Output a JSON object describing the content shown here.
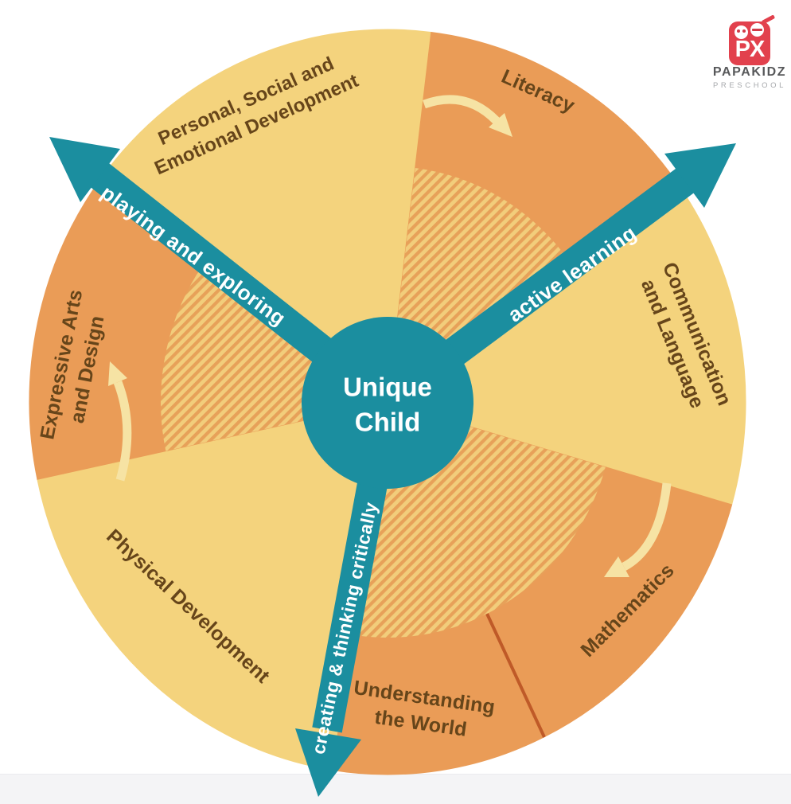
{
  "brand": {
    "name": "PAPAKIDZ",
    "tagline": "PRESCHOOL",
    "monogram": "PX"
  },
  "wheel": {
    "center_label_lines": [
      "Unique",
      "Child"
    ]
  },
  "learning_arrows": {
    "playing": {
      "label": "playing and exploring"
    },
    "active": {
      "label": "active learning"
    },
    "creating": {
      "label": "creating & thinking critically"
    }
  },
  "segments": {
    "personal_social_emotional": {
      "lines": [
        "Personal, Social and",
        "Emotional Development"
      ],
      "color": "yellow",
      "hatched_inner": false
    },
    "literacy": {
      "lines": [
        "Literacy"
      ],
      "color": "orange",
      "hatched_inner": true
    },
    "communication_language": {
      "lines": [
        "Communication",
        "and Language"
      ],
      "color": "yellow",
      "hatched_inner": false
    },
    "mathematics": {
      "lines": [
        "Mathematics"
      ],
      "color": "orange",
      "hatched_inner": true
    },
    "understanding_world": {
      "lines": [
        "Understanding",
        "the World"
      ],
      "color": "orange",
      "hatched_inner": true
    },
    "physical_development": {
      "lines": [
        "Physical Development"
      ],
      "color": "yellow",
      "hatched_inner": false
    },
    "expressive_arts_design": {
      "lines": [
        "Expressive Arts",
        "and Design"
      ],
      "color": "orange",
      "hatched_inner": true
    }
  },
  "colors": {
    "teal_accent": "#1b8e9f",
    "segment_yellow": "#f4d37d",
    "segment_orange": "#ea9c57",
    "hatch_yellow": "#f2cd7b",
    "hatch_orange": "#e7a159",
    "label_brown": "#66451a",
    "divider_line": "#bf5a28",
    "curved_arrow_cream": "#f6e3a4",
    "logo_red": "#e2414d",
    "brand_dark_gray": "#57585a",
    "brand_light_gray": "#a7a9ac"
  }
}
